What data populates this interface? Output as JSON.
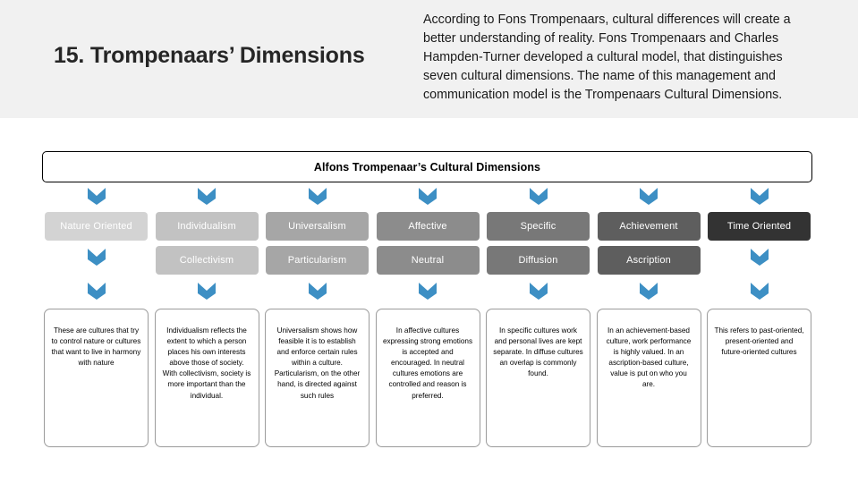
{
  "header": {
    "title": "15. Trompenaars’  Dimensions",
    "intro": "According to Fons Trompenaars, cultural differences will create a better understanding of reality. Fons Trompenaars and Charles Hampden-Turner developed a cultural model, that distinguishes seven cultural dimensions. The name of this management and communication model is the Trompenaars Cultural Dimensions.",
    "band_color": "#f1f1f1"
  },
  "diagram": {
    "banner_label": "Alfons Trompenaar’s Cultural Dimensions",
    "chevron_color": "#3d8fc4",
    "columns": [
      {
        "primary": "Nature Oriented",
        "primary_color": "#d3d3d3",
        "secondary": null,
        "secondary_color": null,
        "description": "These are cultures that try to control nature  or cultures that want to live in harmony with nature"
      },
      {
        "primary": "Individualism",
        "primary_color": "#c2c2c2",
        "secondary": "Collectivism",
        "secondary_color": "#c2c2c2",
        "description": "Individualism reflects the extent to which a person places his own interests above those of society. With collectivism, society is more important than the individual."
      },
      {
        "primary": "Universalism",
        "primary_color": "#a6a6a6",
        "secondary": "Particularism",
        "secondary_color": "#a6a6a6",
        "description": "Universalism shows how feasible it is to establish and enforce certain rules within a culture. Particularism, on the other hand,  is directed against such rules"
      },
      {
        "primary": "Affective",
        "primary_color": "#8c8c8c",
        "secondary": "Neutral",
        "secondary_color": "#8c8c8c",
        "description": "In affective cultures expressing strong emotions is accepted and encouraged. In neutral cultures emotions are controlled and reason is preferred."
      },
      {
        "primary": "Specific",
        "primary_color": "#787878",
        "secondary": "Diffusion",
        "secondary_color": "#787878",
        "description": "In specific cultures work and personal lives are kept separate.  In diffuse cultures an overlap is commonly found."
      },
      {
        "primary": "Achievement",
        "primary_color": "#5e5e5e",
        "secondary": "Ascription",
        "secondary_color": "#5e5e5e",
        "description": "In an achievement-based culture, work performance is highly valued. In an ascription-based culture, value is put on who you are."
      },
      {
        "primary": "Time Oriented",
        "primary_color": "#333333",
        "secondary": null,
        "secondary_color": null,
        "description": "This refers to past-oriented, present-oriented and future-oriented cultures"
      }
    ]
  }
}
